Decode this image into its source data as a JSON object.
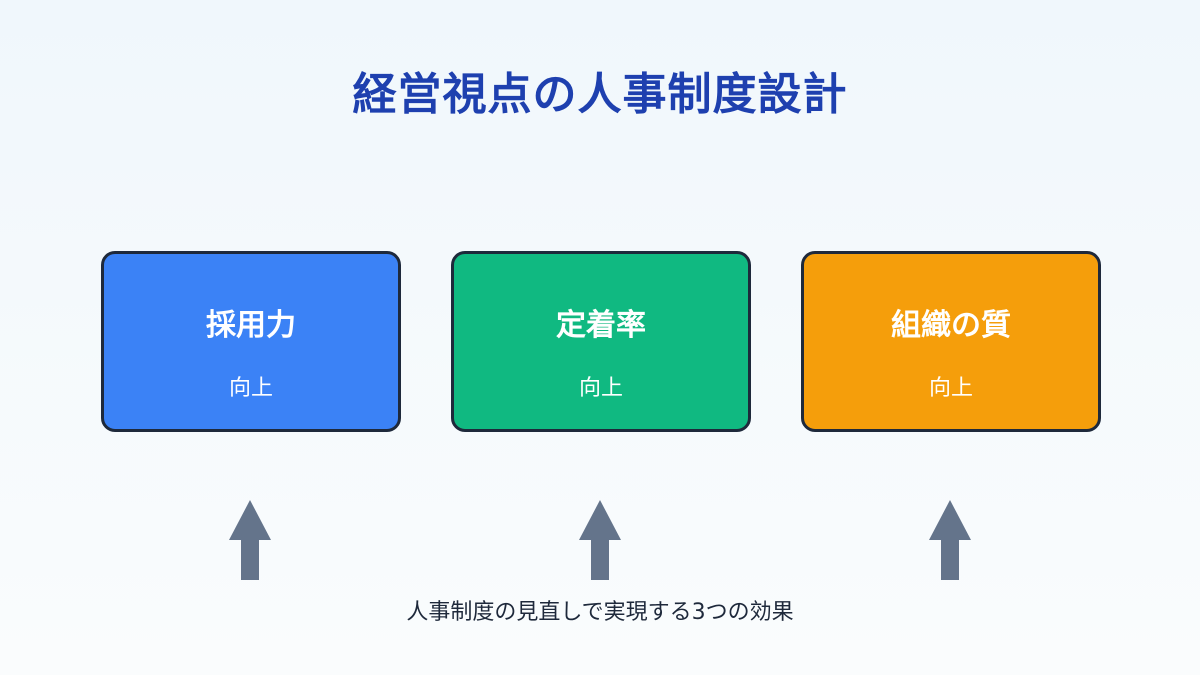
{
  "title": "経営視点の人事制度設計",
  "cards": [
    {
      "heading": "採用力",
      "sub": "向上",
      "color": "#3b82f6"
    },
    {
      "heading": "定着率",
      "sub": "向上",
      "color": "#10b981"
    },
    {
      "heading": "組織の質",
      "sub": "向上",
      "color": "#f59e0b"
    }
  ],
  "arrow_color": "#64748b",
  "caption": "人事制度の見直しで実現する3つの効果"
}
